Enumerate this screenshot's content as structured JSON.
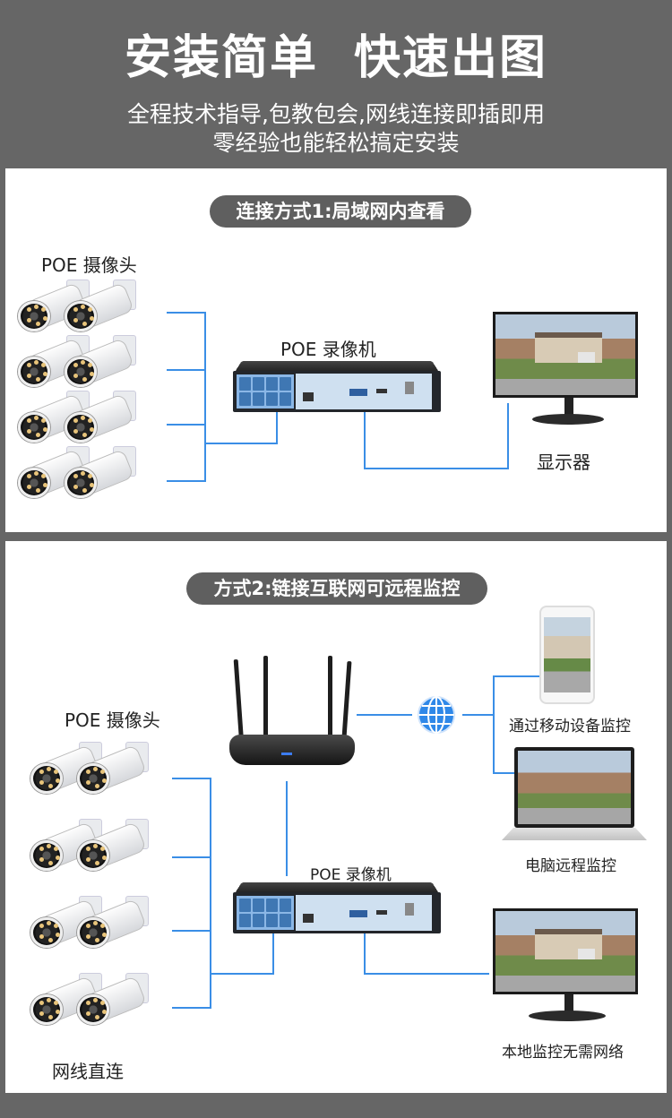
{
  "header": {
    "title": "安装简单  快速出图",
    "subtitle_line1": "全程技术指导,包教包会,网线连接即插即用",
    "subtitle_line2": "零经验也能轻松搞定安装"
  },
  "colors": {
    "background": "#666666",
    "pill": "#5f5f5f",
    "cable": "#3a8ee6",
    "panel": "#ffffff"
  },
  "method1": {
    "pill_label": "连接方式1:局域网内查看",
    "cameras_label": "POE 摄像头",
    "camera_count": 8,
    "nvr_label": "POE 录像机",
    "monitor_label": "显示器"
  },
  "method2": {
    "pill_label": "方式2:链接互联网可远程监控",
    "cameras_label": "POE 摄像头",
    "camera_count": 8,
    "nvr_label": "POE 录像机",
    "router_icon": "router-icon",
    "globe_icon": "globe-icon",
    "mobile_label": "通过移动设备监控",
    "pc_label": "电脑远程监控",
    "local_label": "本地监控无需网络",
    "cable_label": "网线直连"
  }
}
